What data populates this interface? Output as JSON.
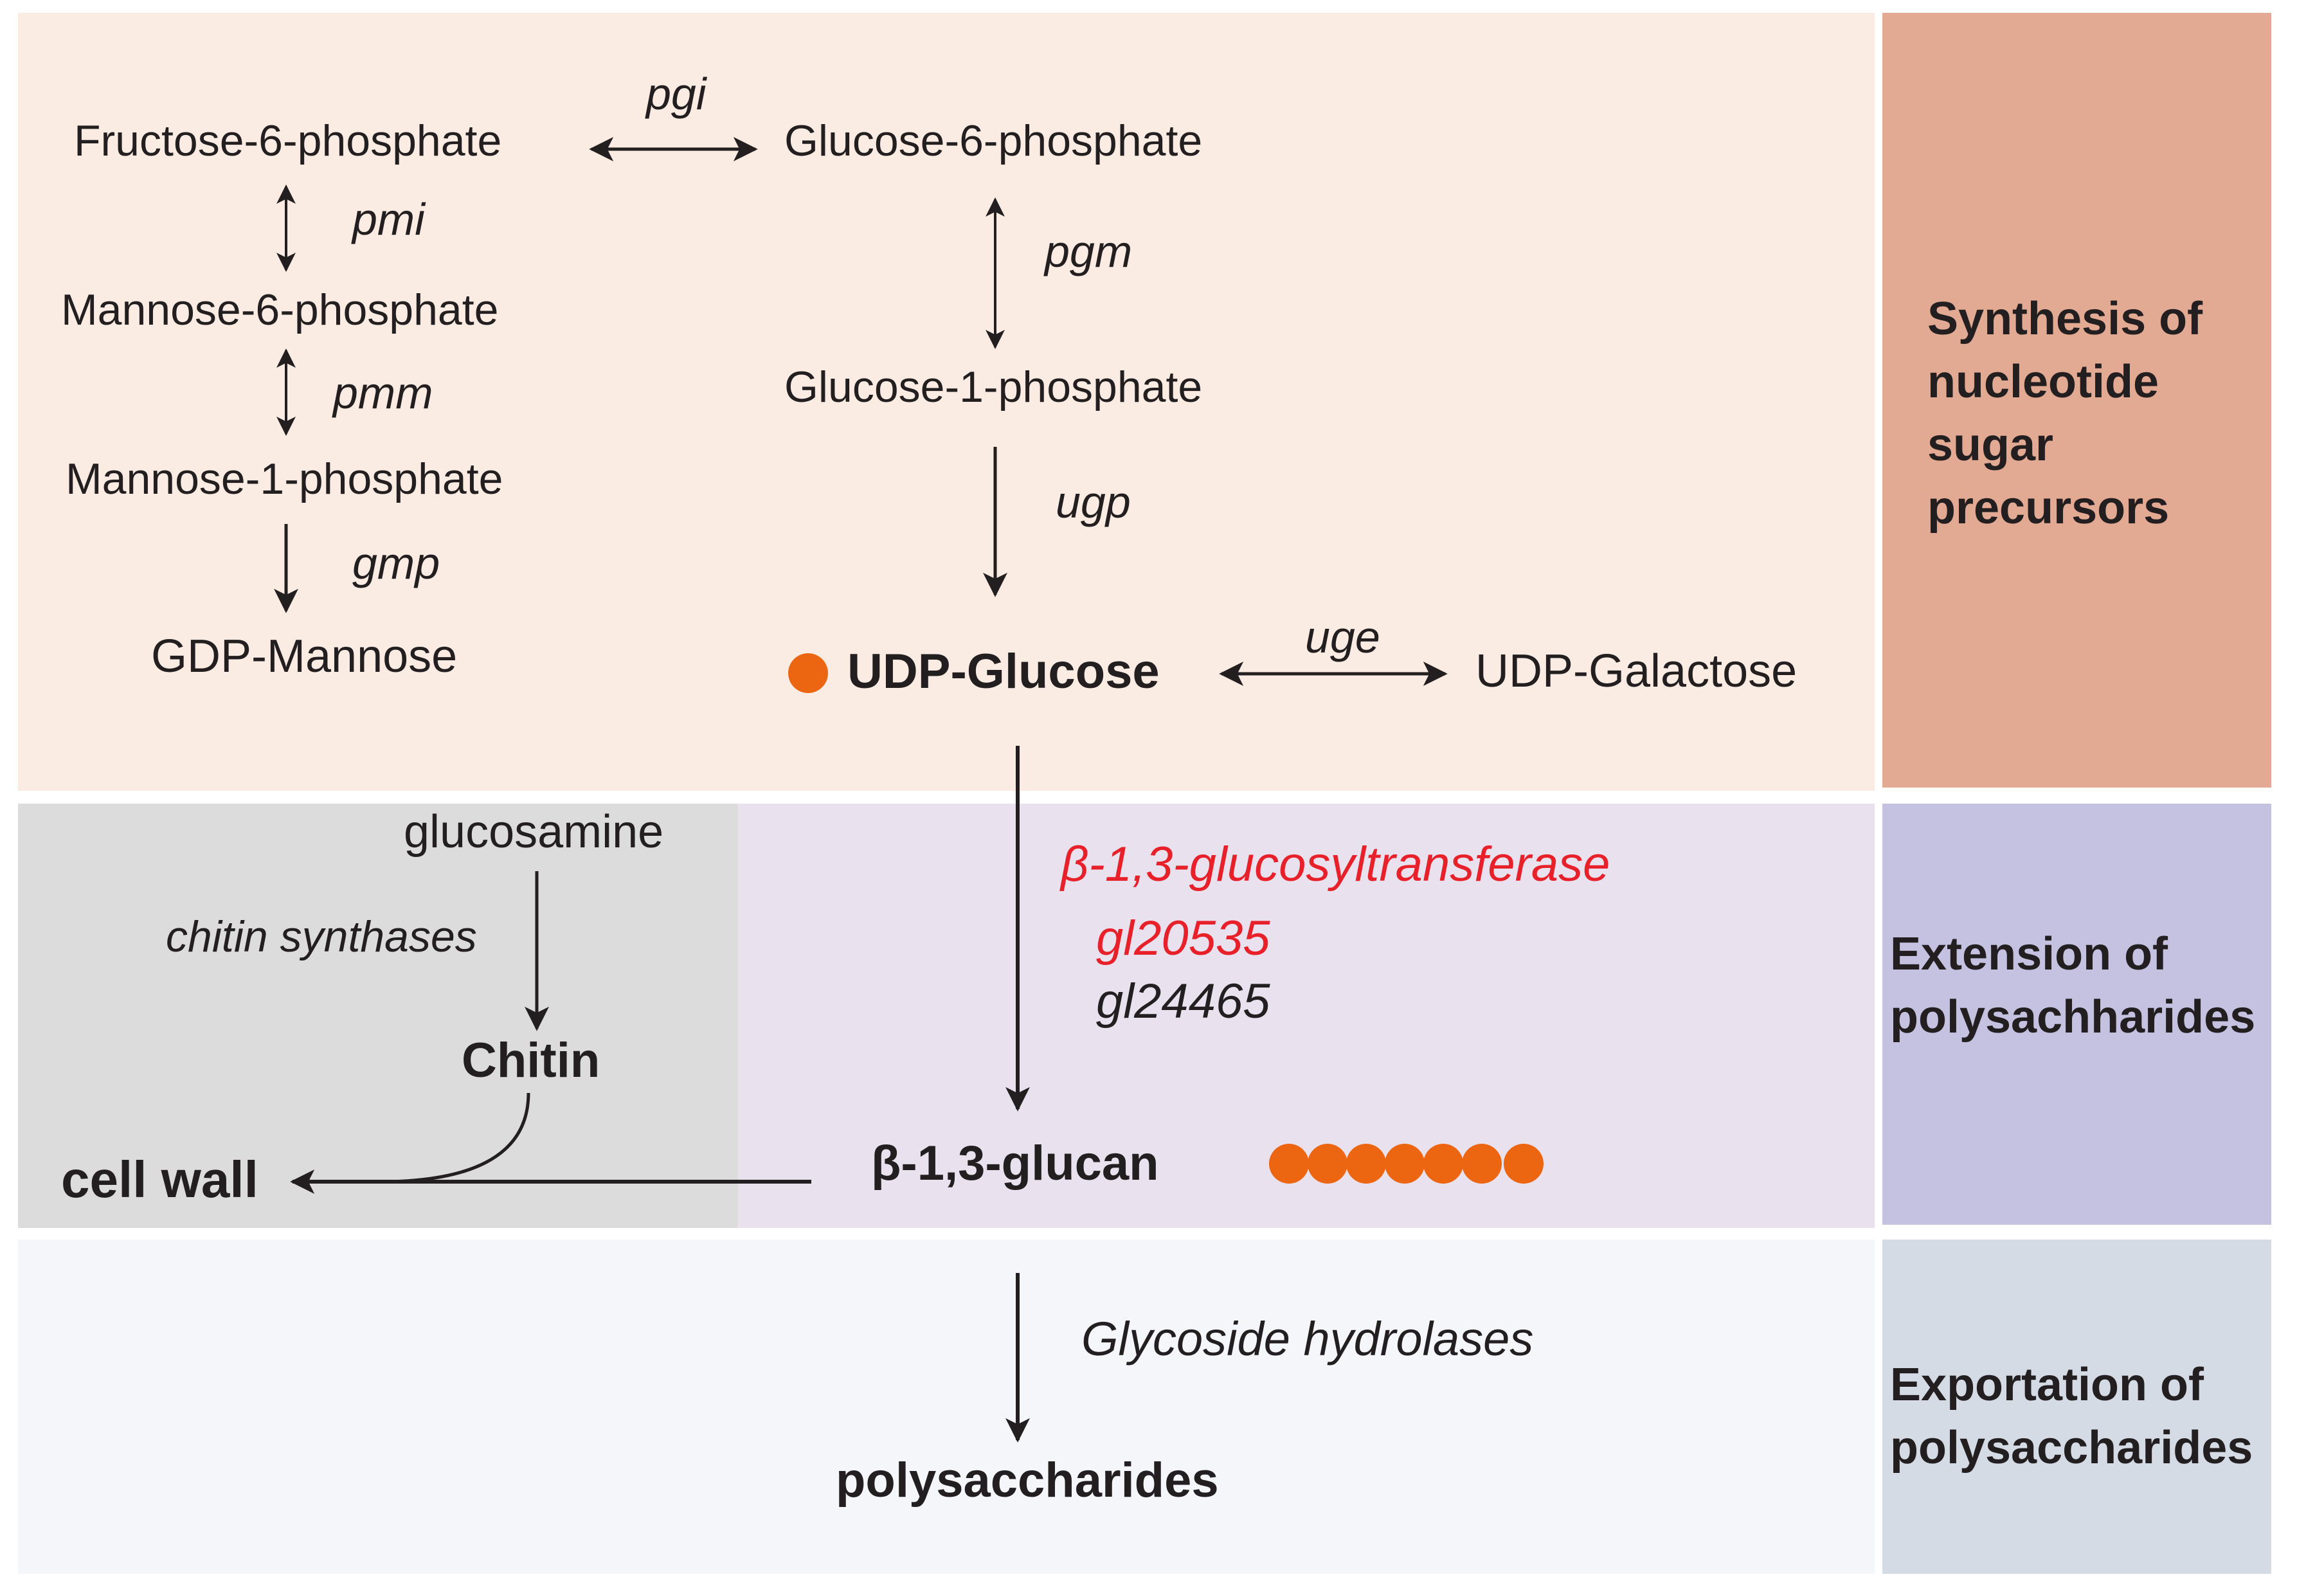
{
  "colors": {
    "synthesis_bg": "#faece2",
    "extension_bg": "#e9e1ee",
    "chitin_bg": "#dcdcdc",
    "exportation_bg": "#f4f6fa",
    "synthesis_label_bg": "#e2a993",
    "extension_label_bg": "#c5c1e1",
    "exportation_label_bg": "#d4dbe5",
    "glucose_marker": "#ec6611",
    "highlight_text": "#e8202a",
    "text": "#231f20"
  },
  "icons": {
    "udp_glucose_marker": "orange-circle",
    "glucan_chain": "orange-circle-chain"
  },
  "sections": {
    "synthesis_label": [
      "Synthesis of",
      "nucleotide",
      "sugar",
      "precursors"
    ],
    "extension_label": [
      "Extension of",
      "polysachharides"
    ],
    "exportation_label": [
      "Exportation of",
      "polysaccharides"
    ]
  },
  "nodes": {
    "fructose6p": "Fructose-6-phosphate",
    "glucose6p": "Glucose-6-phosphate",
    "mannose6p": "Mannose-6-phosphate",
    "glucose1p": "Glucose-1-phosphate",
    "mannose1p": "Mannose-1-phosphate",
    "gdp_mannose": "GDP-Mannose",
    "udp_glucose": "UDP-Glucose",
    "udp_galactose": "UDP-Galactose",
    "glucosamine": "glucosamine",
    "chitin": "Chitin",
    "cell_wall": "cell wall",
    "beta_glucan": "β-1,3-glucan",
    "polysaccharides": "polysaccharides"
  },
  "enzymes": {
    "pgi": "pgi",
    "pmi": "pmi",
    "pgm": "pgm",
    "pmm": "pmm",
    "ugp": "ugp",
    "gmp": "gmp",
    "uge": "uge",
    "chitin_synthases": "chitin synthases",
    "glucosyltransferase": "β-1,3-glucosyltransferase",
    "gl20535": "gl20535",
    "gl24465": "gl24465",
    "glycoside_hydrolases": "Glycoside hydrolases"
  }
}
